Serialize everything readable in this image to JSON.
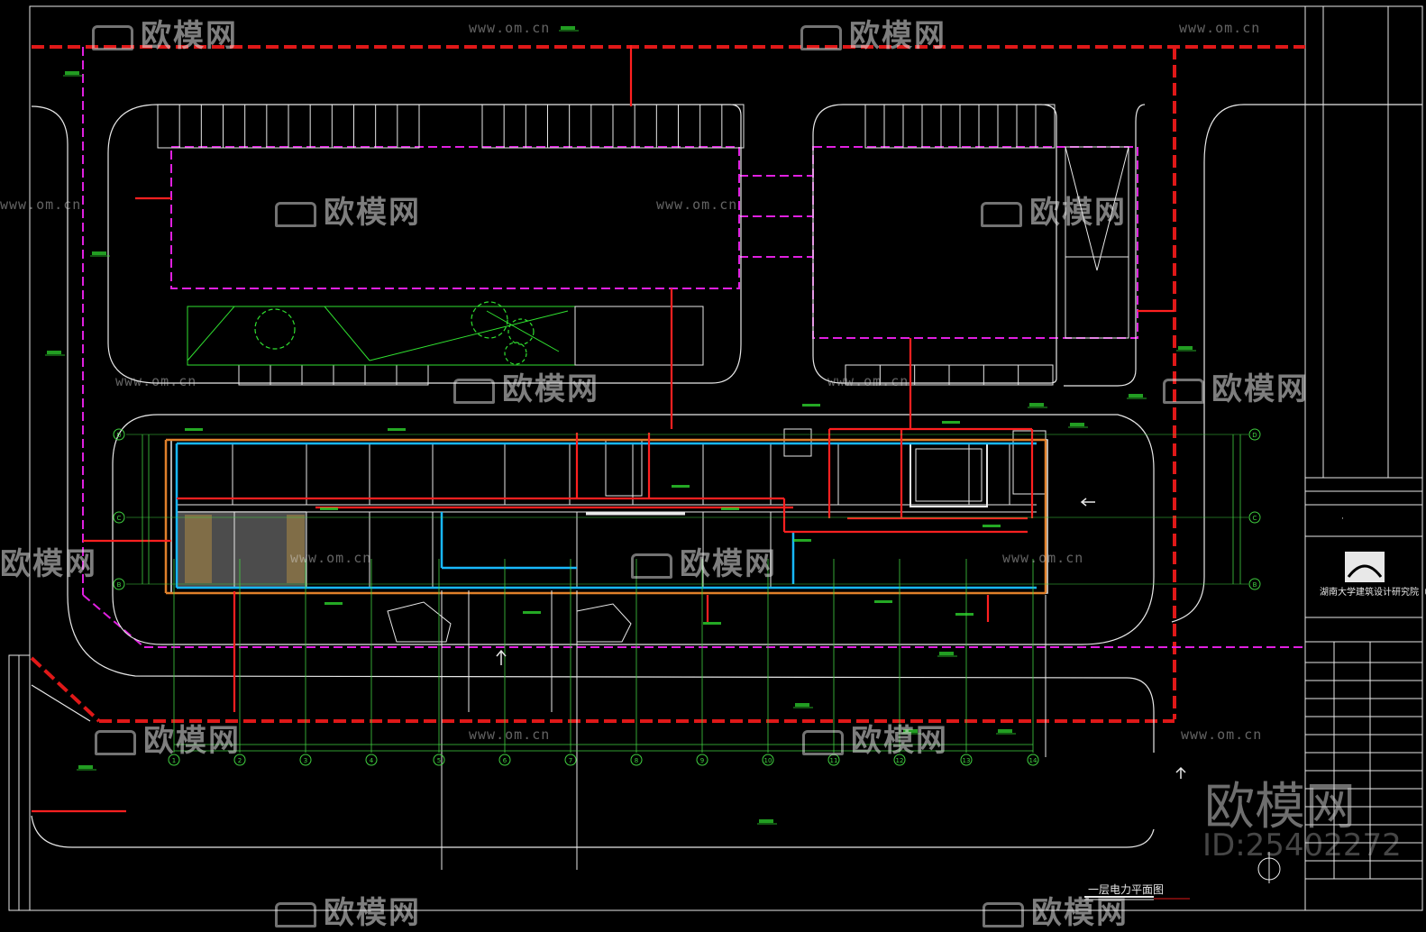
{
  "watermarks": {
    "logo_text": "欧模网",
    "url_text": "www.om.cn",
    "big_text": "欧模网",
    "id_text": "ID:25402272"
  },
  "drawing": {
    "title": "一层电力平面图",
    "title_block": {
      "company_name": "湖南大学建筑设计研究院（集团）有限公司"
    },
    "axis_numbers": [
      "1",
      "2",
      "3",
      "4",
      "5",
      "6",
      "7",
      "8",
      "9",
      "10",
      "11",
      "12",
      "13",
      "14"
    ],
    "axis_letters": [
      "D",
      "C",
      "B"
    ],
    "colors": {
      "background": "#000000",
      "boundary_red": "#e01818",
      "dash_magenta": "#e020e0",
      "wall_white": "#e8e8e8",
      "cable_red": "#ff2020",
      "cable_cyan": "#18b8ff",
      "label_green": "#30e030",
      "grid_green": "#40d040",
      "hatch_gray": "#8a8a8a"
    }
  }
}
